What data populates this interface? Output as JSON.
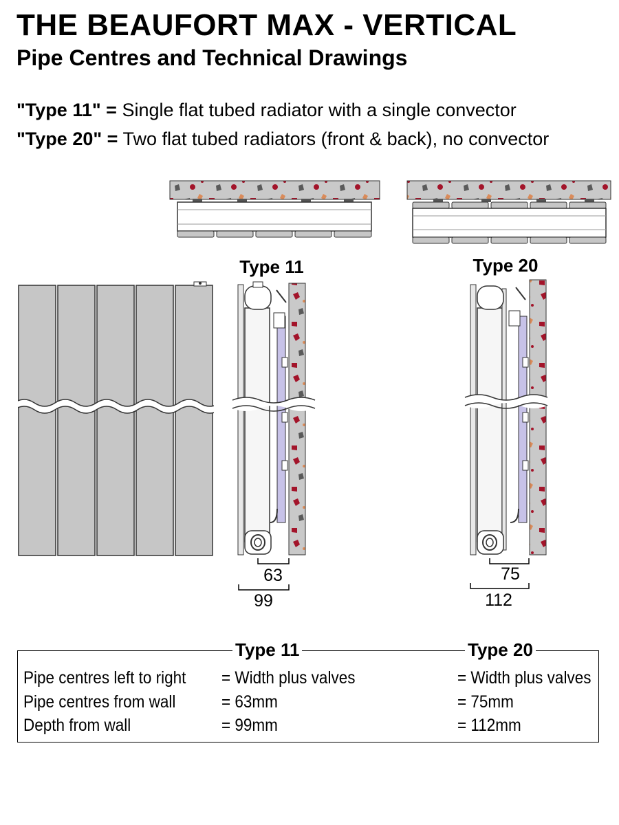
{
  "header": {
    "title": "THE BEAUFORT MAX - VERTICAL",
    "subtitle": "Pipe Centres and Technical Drawings"
  },
  "definitions": [
    {
      "term": "\"Type 11\" =",
      "text": "Single flat tubed radiator with a single convector"
    },
    {
      "term": "\"Type 20\" =",
      "text": "Two flat tubed radiators (front & back), no convector"
    }
  ],
  "drawings": {
    "type11": {
      "label": "Type 11",
      "pipe_centre": "63",
      "depth": "99"
    },
    "type20": {
      "label": "Type 20",
      "pipe_centre": "75",
      "depth": "112"
    }
  },
  "table": {
    "col1_header": "Type 11",
    "col2_header": "Type 20",
    "rows": [
      {
        "label": "Pipe centres left to right",
        "type11": "= Width plus valves",
        "type20": "= Width plus valves"
      },
      {
        "label": "Pipe centres from wall",
        "type11": "= 63mm",
        "type20": "= 75mm"
      },
      {
        "label": "Depth from wall",
        "type11": "= 99mm",
        "type20": "= 112mm"
      }
    ]
  },
  "colors": {
    "panel_grey": "#c6c6c6",
    "bracket_purple": "#c7c2e8",
    "wall_grey": "#c9c9c9",
    "speck_red": "#a3142a",
    "speck_dark": "#5a5a5a",
    "speck_orange": "#d98b5a"
  }
}
